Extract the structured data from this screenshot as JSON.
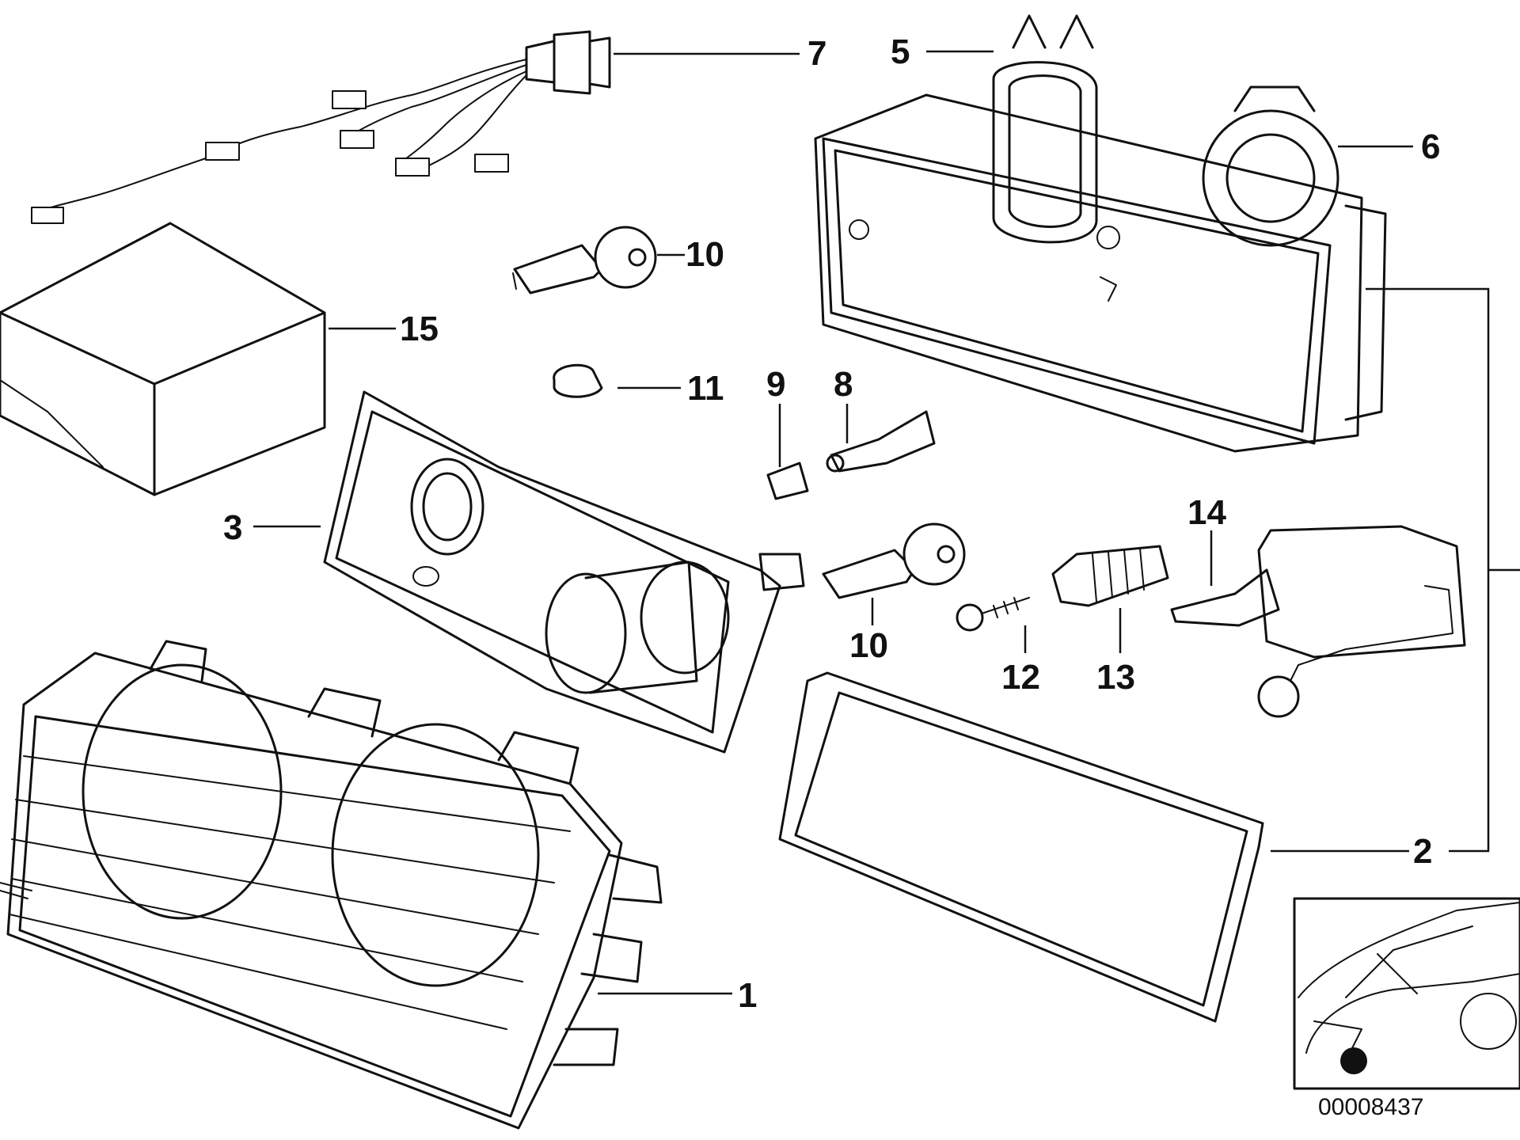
{
  "labels": {
    "l1": "1",
    "l2": "2",
    "l3": "3",
    "l5": "5",
    "l6": "6",
    "l7": "7",
    "l8": "8",
    "l9": "9",
    "l10a": "10",
    "l10b": "10",
    "l11": "11",
    "l12": "12",
    "l13": "13",
    "l14": "14",
    "l15": "15"
  },
  "diagram_number": "00008437"
}
